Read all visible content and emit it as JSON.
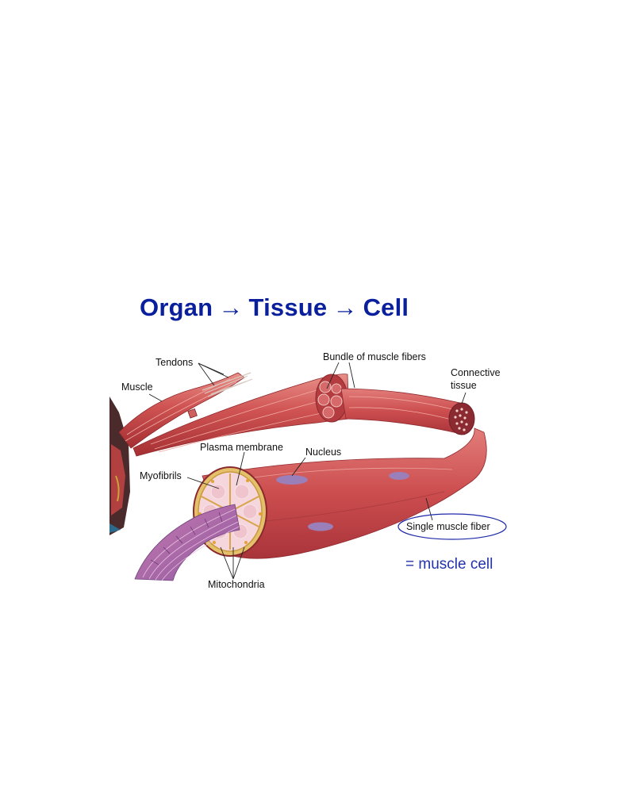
{
  "title": {
    "parts": [
      "Organ",
      "Tissue",
      "Cell"
    ],
    "arrow": "→"
  },
  "labels": {
    "tendons": "Tendons",
    "muscle": "Muscle",
    "bundle": "Bundle of muscle fibers",
    "connective_line1": "Connective",
    "connective_line2": "tissue",
    "plasma_membrane": "Plasma membrane",
    "nucleus": "Nucleus",
    "myofibrils": "Myofibrils",
    "single_fiber": "Single muscle fiber",
    "mitochondria": "Mitochondria"
  },
  "annotation": "= muscle cell",
  "colors": {
    "title": "#0a1f9c",
    "annotation": "#2233aa",
    "muscle": "#c9484a",
    "muscle_light": "#e78a86",
    "nucleus": "#9b7fb8"
  }
}
